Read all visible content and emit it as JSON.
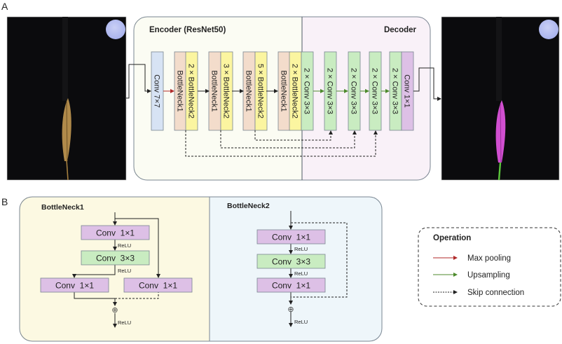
{
  "panels": {
    "a_label": "A",
    "b_label": "B"
  },
  "colors": {
    "encoder_bg": "#fbfcf3",
    "decoder_bg": "#f9f1f8",
    "bn1_box_bg": "#fcf9e2",
    "bn2_box_bg": "#eef6fa",
    "conv7_fill": "#d7e3f4",
    "bottleneck1_fill": "#f3dccb",
    "bottleneck2_fill": "#fbf5a0",
    "conv3_fill": "#c9ecc1",
    "conv1_fill": "#ddc0e6",
    "maxpool_arrow": "#b02a2a",
    "upsample_arrow": "#4c8a2c",
    "skip_arrow": "#222222",
    "stroke": "#7a8692"
  },
  "images": {
    "input": {
      "description": "wheat-spike-photo",
      "spike_color": "#b08a4a"
    },
    "output": {
      "description": "segmented-wheat-spike",
      "spike_color": "#d14fd0",
      "stem_color": "#5cc63c"
    }
  },
  "encoder": {
    "title": "Encoder (ResNet50)",
    "blocks": [
      {
        "label": "Conv  7×7",
        "type": "conv7"
      },
      {
        "label": "BottleNeck1",
        "type": "bottleneck1"
      },
      {
        "label": "2 × BottleNeck2",
        "type": "bottleneck2"
      },
      {
        "label": "BottleNeck1",
        "type": "bottleneck1"
      },
      {
        "label": "3 × BottleNeck2",
        "type": "bottleneck2"
      },
      {
        "label": "BottleNeck1",
        "type": "bottleneck1"
      },
      {
        "label": "5 × BottleNeck2",
        "type": "bottleneck2"
      },
      {
        "label": "BottleNeck1",
        "type": "bottleneck1"
      },
      {
        "label": "2 × BottleNeck2",
        "type": "bottleneck2"
      }
    ]
  },
  "decoder": {
    "title": "Decoder",
    "blocks": [
      {
        "label": "2 × Conv 3×3",
        "type": "conv3"
      },
      {
        "label": "2 × Conv 3×3",
        "type": "conv3"
      },
      {
        "label": "2 × Conv 3×3",
        "type": "conv3"
      },
      {
        "label": "2 × Conv 3×3",
        "type": "conv3"
      },
      {
        "label": "2 × Conv 3×3",
        "type": "conv3"
      },
      {
        "label": "Conv 1×1",
        "type": "conv1"
      }
    ]
  },
  "bottleneck1": {
    "title": "BottleNeck1",
    "conv_a": "Conv  1×1",
    "conv_b": "Conv  3×3",
    "conv_c": "Conv  1×1",
    "conv_shortcut": "Conv  1×1",
    "relu_1": "ReLU",
    "relu_2": "ReLU",
    "relu_out": "ReLU",
    "sum_symbol": "⊕"
  },
  "bottleneck2": {
    "title": "BottleNeck2",
    "conv_a": "Conv  1×1",
    "conv_b": "Conv  3×3",
    "conv_c": "Conv  1×1",
    "relu_1": "ReLU",
    "relu_2": "ReLU",
    "relu_out": "ReLU",
    "sum_symbol": "⊕"
  },
  "legend": {
    "title": "Operation",
    "items": [
      {
        "label": "Max pooling",
        "style": "red-solid"
      },
      {
        "label": "Upsampling",
        "style": "green-solid"
      },
      {
        "label": "Skip connection",
        "style": "black-dashed"
      }
    ]
  }
}
